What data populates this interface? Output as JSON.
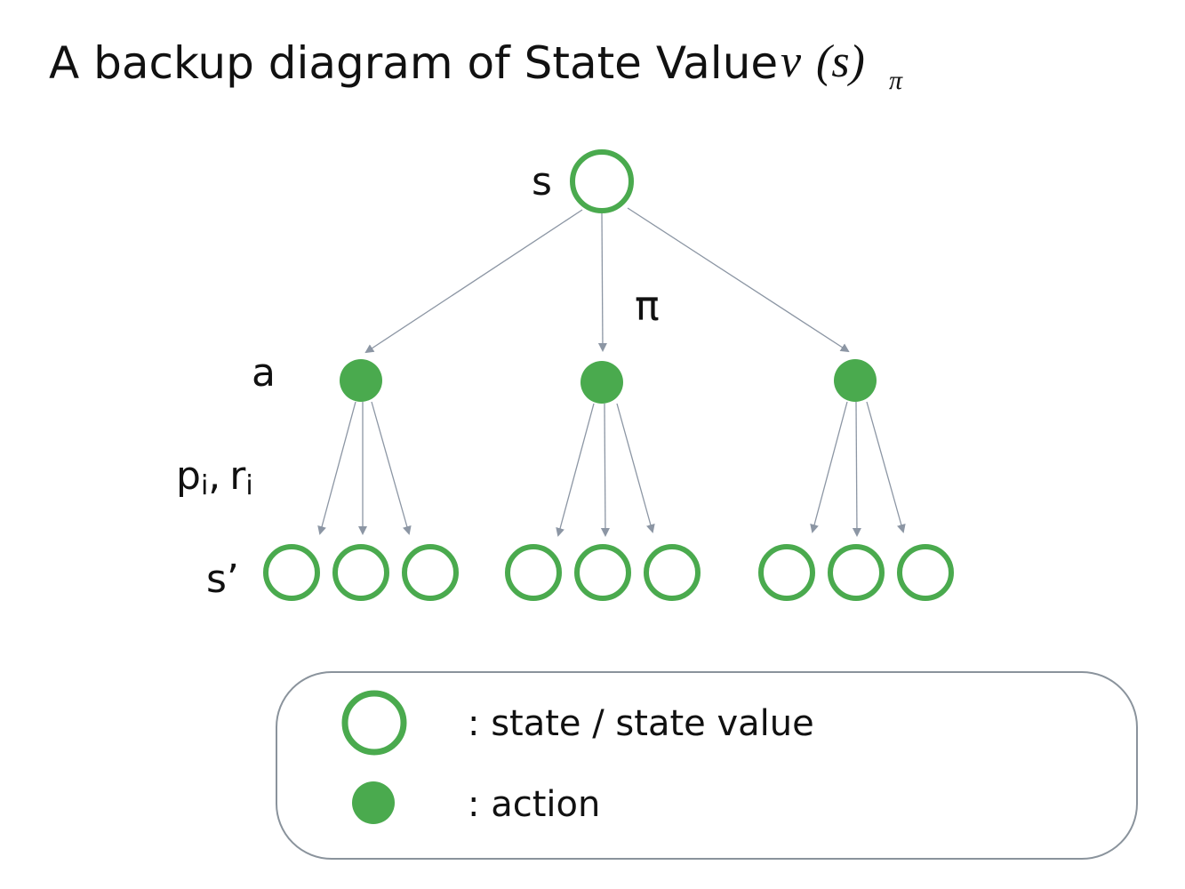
{
  "title": {
    "text": "A backup diagram of State Value",
    "math_v": "v",
    "math_s": "(s)",
    "math_sub": "π"
  },
  "labels": {
    "state": "s",
    "policy": "π",
    "action": "a",
    "transition_p": "p",
    "transition_sub1": "i",
    "transition_sep": ",",
    "transition_r": "r",
    "transition_sub2": "i",
    "next_state": "s’"
  },
  "legend": {
    "state_label": ": state / state value",
    "action_label": ": action"
  },
  "colors": {
    "green": "#4aaa4e",
    "arrow": "#8c96a4",
    "border": "#8a939c"
  }
}
